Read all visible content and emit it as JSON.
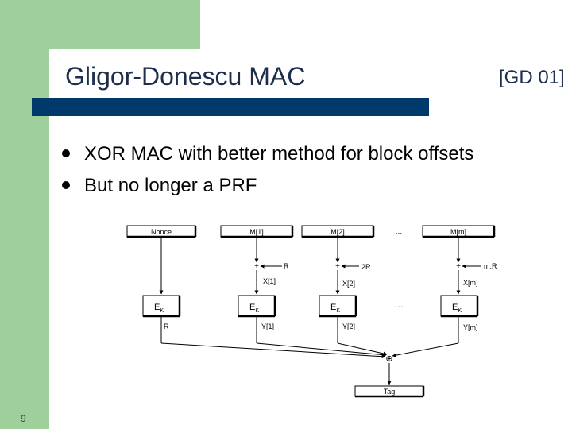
{
  "slide": {
    "title": "Gligor-Donescu MAC",
    "reference": "[GD 01]",
    "bullets": [
      "XOR MAC with better method for block offsets",
      "But no longer a PRF"
    ],
    "page_number": "9"
  },
  "diagram": {
    "nonce_label": "Nonce",
    "blocks": [
      "M[1]",
      "M[2]",
      "…",
      "M[m]"
    ],
    "offsets": [
      "R",
      "2R",
      "m.R"
    ],
    "x_labels": [
      "X[1]",
      "X[2]",
      "X[m]"
    ],
    "ek": "E",
    "ek_sub": "K",
    "ellipsis": "…",
    "y_labels": [
      "R",
      "Y[1]",
      "Y[2]",
      "Y[m]"
    ],
    "xor_symbol": "⊕",
    "tag_label": "Tag"
  }
}
